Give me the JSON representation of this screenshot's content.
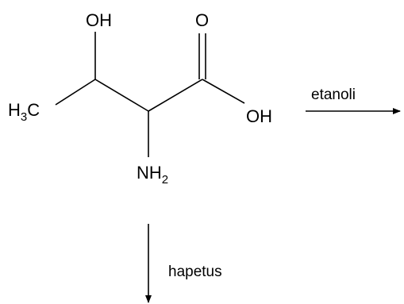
{
  "molecule": {
    "labels": {
      "hydroxyl_top": "OH",
      "carbonyl_oxygen": "O",
      "acid_oh": "OH",
      "methyl_main": "H",
      "methyl_sub": "3",
      "methyl_carbon": "C",
      "amino_main": "NH",
      "amino_sub": "2"
    }
  },
  "reactions": {
    "right": {
      "condition": "etanoli"
    },
    "down": {
      "condition": "hapetus"
    }
  },
  "colors": {
    "ink": "#000000",
    "background": "#ffffff"
  }
}
